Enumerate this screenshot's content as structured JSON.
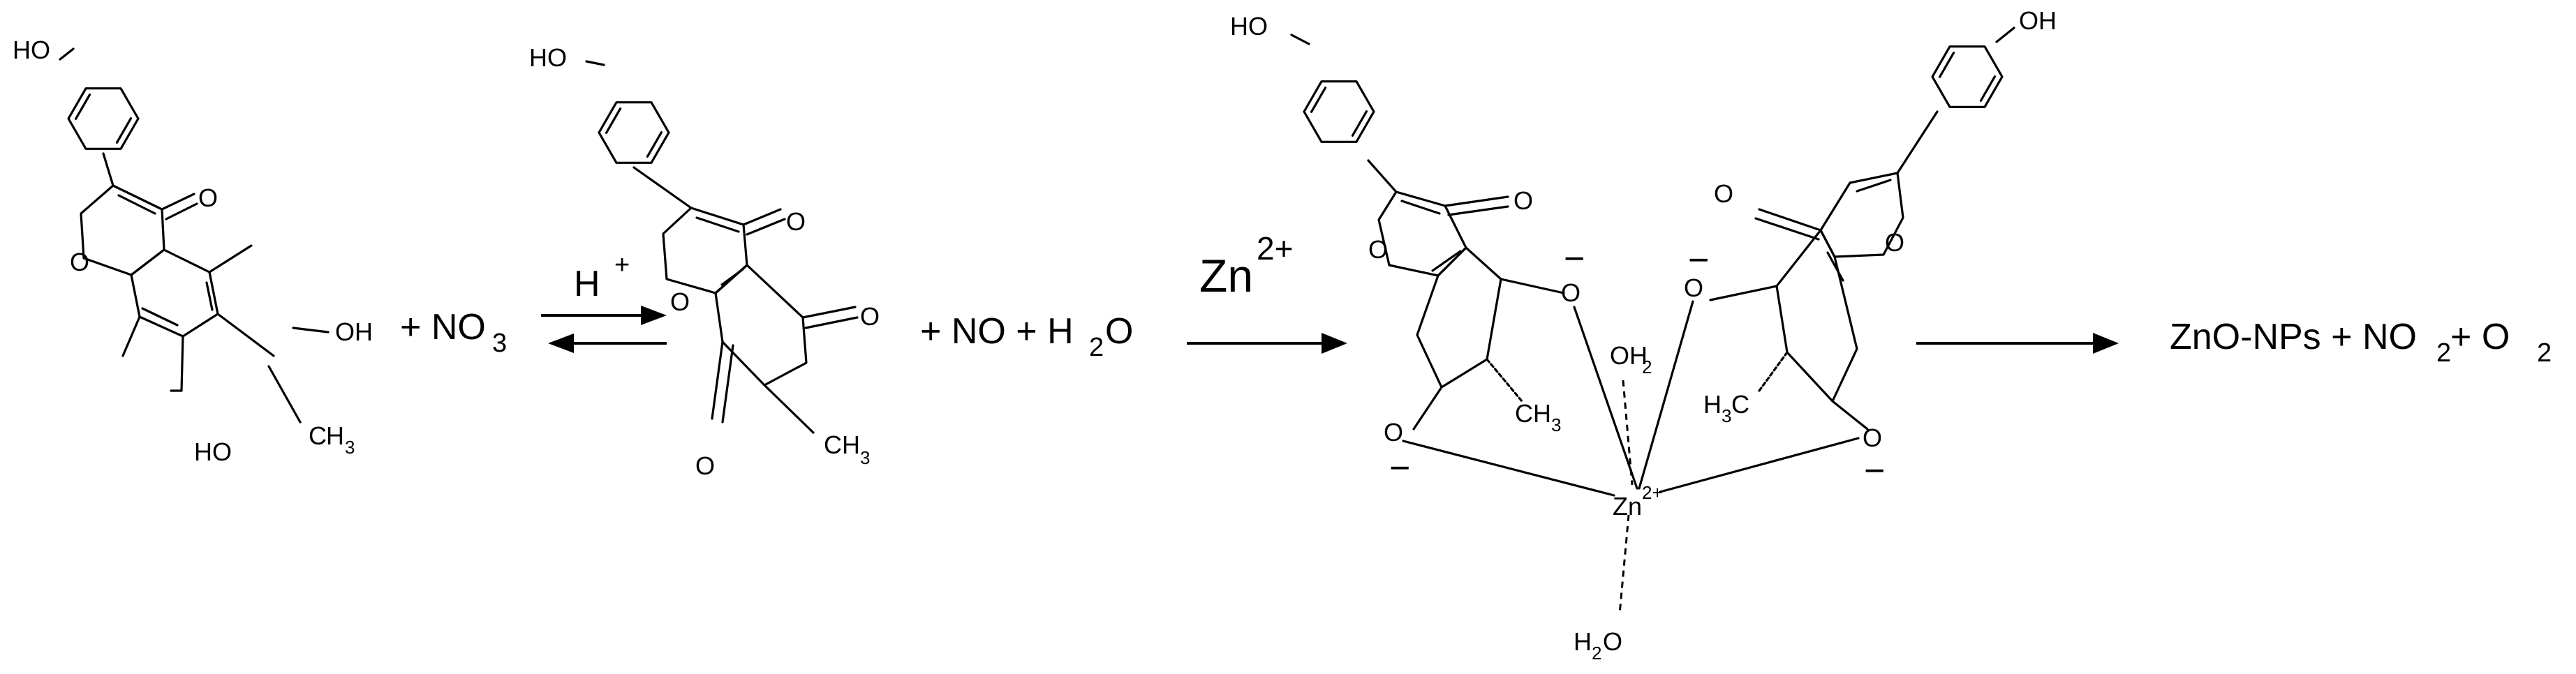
{
  "reactant": {
    "hydroxy_top": "HO",
    "ring_oxygen": "O",
    "carbonyl_oxygen": "O",
    "hydroxy_5": "OH",
    "hydroxy_7": "HO",
    "methyl_c": "C",
    "methyl_h": "H",
    "methyl_sub": "3"
  },
  "plus_nitrate": {
    "text": "+ NO",
    "sub": "3"
  },
  "equilibrium_condition": {
    "h": "H",
    "charge": "+"
  },
  "intermediate": {
    "hydroxy_top": "HO",
    "ring_oxygen": "O",
    "carbonyl_oxygen": "O",
    "keto_oxygen_right": "O",
    "keto_oxygen_left": "O",
    "methyl": "CH",
    "methyl_sub": "3"
  },
  "byproducts": {
    "no": "+ NO + H",
    "h2o_sub": "2",
    "h2o_o": "O"
  },
  "zinc_reagent": {
    "symbol": "Zn",
    "charge": "2+"
  },
  "complex": {
    "left_ligand": {
      "hydroxy_top": "HO",
      "ring_oxygen": "O",
      "carbonyl_oxygen": "O",
      "phenolate_upper": "O",
      "phenolate_lower": "O",
      "methyl": "CH",
      "methyl_sub": "3"
    },
    "right_ligand": {
      "hydroxy_top": "OH",
      "ring_oxygen": "O",
      "carbonyl_oxygen": "O",
      "phenolate_upper": "O",
      "phenolate_lower": "O",
      "methyl_h": "H",
      "methyl_sub": "3",
      "methyl_c": "C"
    },
    "water_top": {
      "oh": "OH",
      "sub": "2"
    },
    "zinc": {
      "symbol": "Zn",
      "charge": "2+"
    },
    "water_bottom": {
      "h": "H",
      "sub": "2",
      "o": "O"
    },
    "minus_sign": "−"
  },
  "products": {
    "zno": "ZnO-NPs + NO",
    "no2_sub": "2",
    "plus_o": " + O",
    "o2_sub": "2"
  }
}
